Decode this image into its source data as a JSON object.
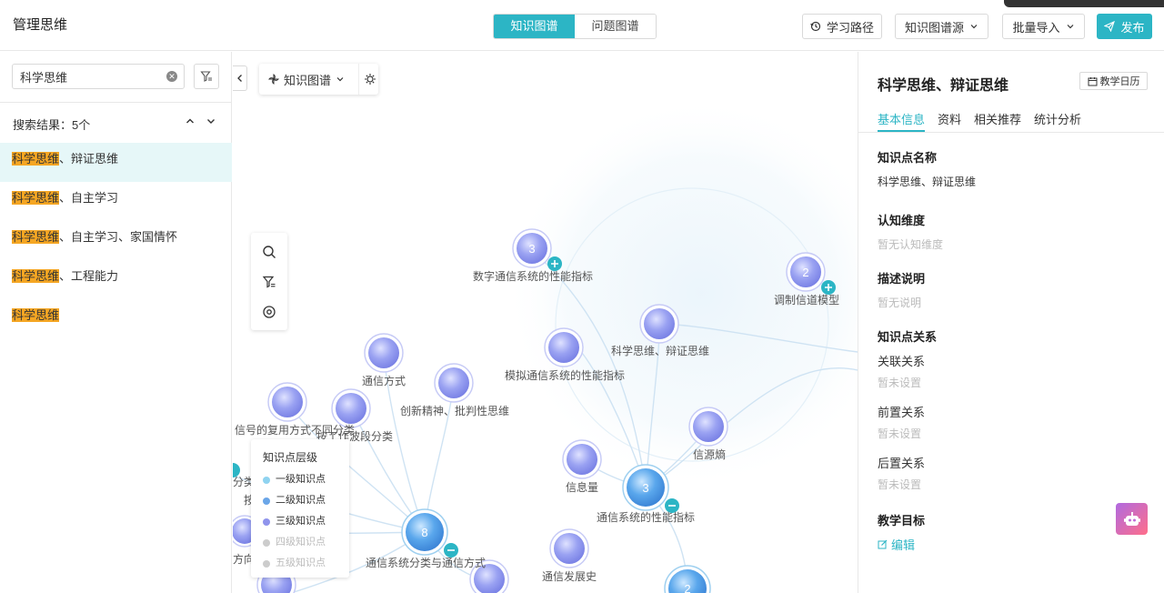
{
  "header": {
    "app_title": "管理思维",
    "tabs": [
      {
        "label": "知识图谱",
        "active": true
      },
      {
        "label": "问题图谱",
        "active": false
      }
    ],
    "learning_path_label": "学习路径",
    "graph_source_label": "知识图谱源",
    "batch_import_label": "批量导入",
    "publish_label": "发布",
    "accent_color": "#2cb5c5"
  },
  "left_panel": {
    "search_value": "科学思维",
    "results_label": "搜索结果：5个",
    "results": [
      {
        "highlight": "科学思维",
        "rest": "、辩证思维",
        "active": true
      },
      {
        "highlight": "科学思维",
        "rest": "、自主学习",
        "active": false
      },
      {
        "highlight": "科学思维",
        "rest": "、自主学习、家国情怀",
        "active": false
      },
      {
        "highlight": "科学思维",
        "rest": "、工程能力",
        "active": false
      },
      {
        "highlight": "科学思维",
        "rest": "",
        "active": false
      }
    ],
    "highlight_color": "#f5a623"
  },
  "graph": {
    "toolbar_label": "知识图谱",
    "legend": {
      "title": "知识点层级",
      "items": [
        {
          "label": "一级知识点",
          "color": "#8fd3f0",
          "dim": false
        },
        {
          "label": "二级知识点",
          "color": "#6aa6e8",
          "dim": false
        },
        {
          "label": "三级知识点",
          "color": "#8f94ec",
          "dim": false
        },
        {
          "label": "四级知识点",
          "color": "#cccccc",
          "dim": true
        },
        {
          "label": "五级知识点",
          "color": "#cccccc",
          "dim": true
        }
      ]
    },
    "nodes": [
      {
        "label": "数字通信系统的性能指标",
        "count": "3"
      },
      {
        "label": "调制信道模型",
        "count": "2"
      },
      {
        "label": "科学思维、辩证思维",
        "count": ""
      },
      {
        "label": "模拟通信系统的性能指标",
        "count": ""
      },
      {
        "label": "通信方式",
        "count": ""
      },
      {
        "label": "创新精神、批判性思维",
        "count": ""
      },
      {
        "label": "信号的复用方式不同分类",
        "count": ""
      },
      {
        "label": "按工作波段分类",
        "count": ""
      },
      {
        "label": "信源熵",
        "count": ""
      },
      {
        "label": "信息量",
        "count": ""
      },
      {
        "label": "通信系统的性能指标",
        "count": "3"
      },
      {
        "label": "通信系统分类与通信方式",
        "count": "8"
      },
      {
        "label": "通信发展史",
        "count": ""
      },
      {
        "label": "",
        "count": "2"
      }
    ],
    "partial_labels": [
      "分类",
      "按",
      "方向与"
    ]
  },
  "right_panel": {
    "title": "科学思维、辩证思维",
    "calendar_label": "教学日历",
    "tabs": [
      {
        "label": "基本信息",
        "active": true
      },
      {
        "label": "资料",
        "active": false
      },
      {
        "label": "相关推荐",
        "active": false
      },
      {
        "label": "统计分析",
        "active": false
      }
    ],
    "name_label": "知识点名称",
    "name_value": "科学思维、辩证思维",
    "cognitive_label": "认知维度",
    "cognitive_value": "暂无认知维度",
    "desc_label": "描述说明",
    "desc_value": "暂无说明",
    "relation_label": "知识点关系",
    "associated_label": "关联关系",
    "associated_value": "暂未设置",
    "prerequisite_label": "前置关系",
    "prerequisite_value": "暂未设置",
    "post_label": "后置关系",
    "post_value": "暂未设置",
    "goal_label": "教学目标",
    "edit_label": "编辑"
  }
}
